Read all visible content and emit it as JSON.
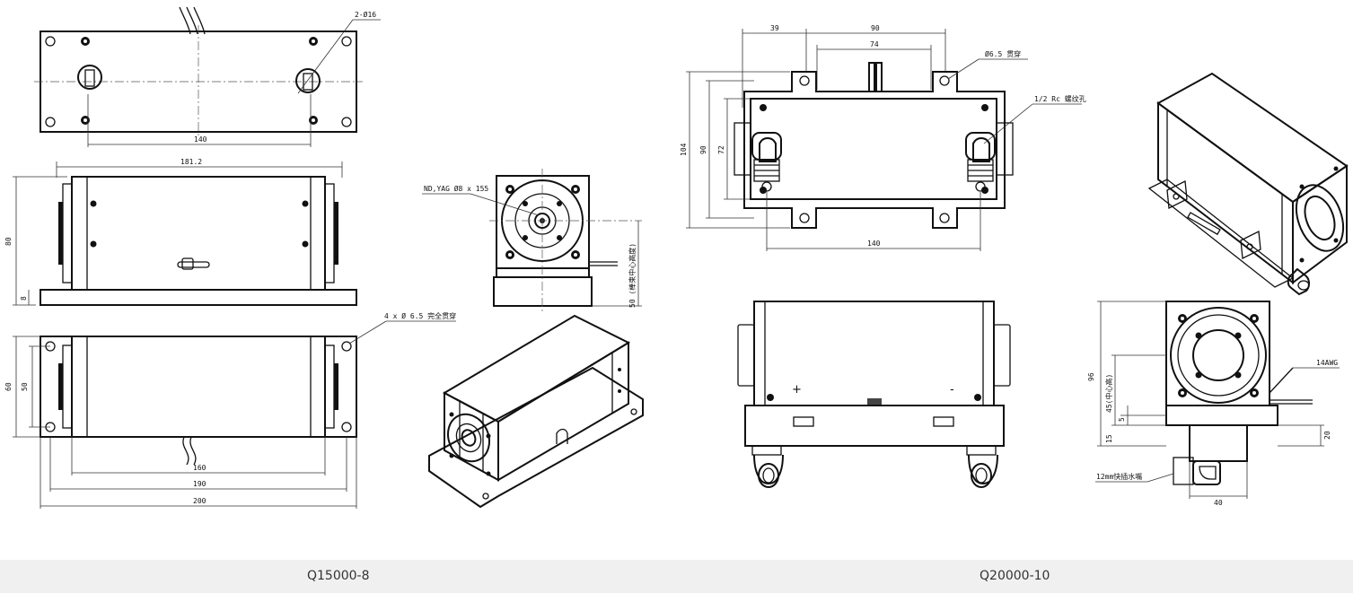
{
  "left_drawing": {
    "model": "Q15000-8",
    "labels": {
      "holes_2x16": "2-Ø16",
      "rod": "ND,YAG Ø8 x 155",
      "mount_holes": "4 x Ø 6.5 完全贯穿",
      "center_height": "50 (棒束中心高度)"
    },
    "dims": {
      "d140": "140",
      "d181": "181.2",
      "d80": "80",
      "d8": "8",
      "d60": "60",
      "d50": "50",
      "d160": "160",
      "d190": "190",
      "d200": "200"
    }
  },
  "right_drawing": {
    "model": "Q20000-10",
    "labels": {
      "hole": "Ø6.5 贯穿",
      "thread": "1/2 Rc 螺纹孔",
      "wire": "14AWG",
      "fitting": "12mm快插水嘴",
      "plus": "+",
      "minus": "-",
      "center45": "45(中心高)"
    },
    "dims": {
      "d39": "39",
      "d90t": "90",
      "d74": "74",
      "d104": "104",
      "d90s": "90",
      "d72": "72",
      "d140": "140",
      "d96": "96",
      "d5": "5",
      "d15": "15",
      "d20": "20",
      "d40": "40"
    }
  }
}
